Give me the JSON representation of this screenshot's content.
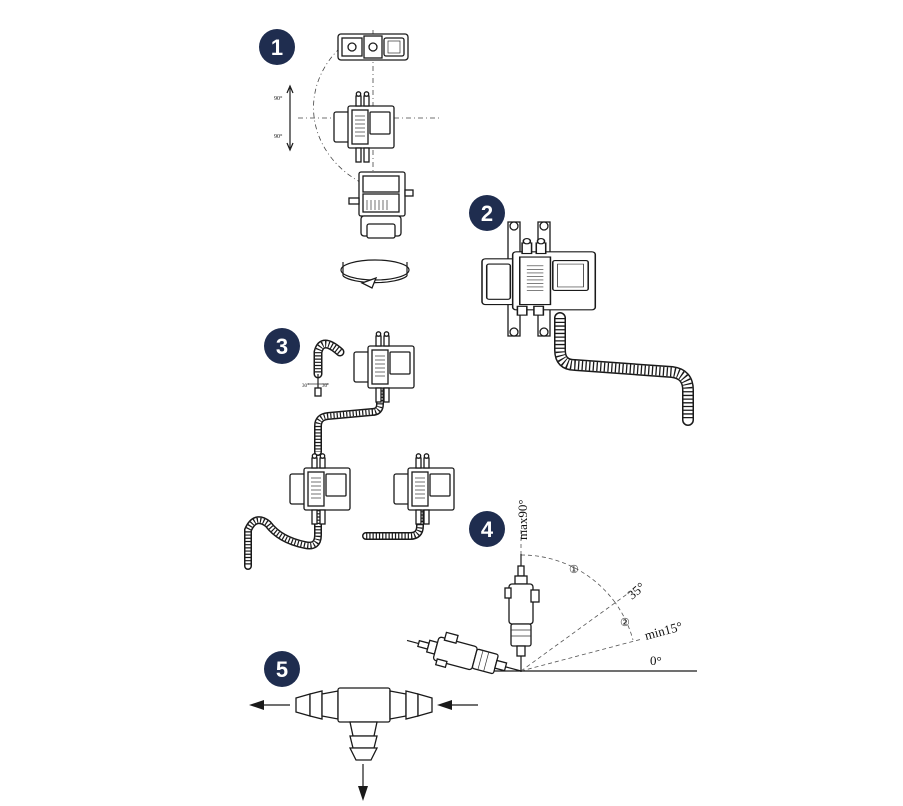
{
  "steps": [
    {
      "number": "1",
      "accent": "#1f2d4f"
    },
    {
      "number": "2",
      "accent": "#1f2d4f"
    },
    {
      "number": "3",
      "accent": "#1f2d4f"
    },
    {
      "number": "4",
      "accent": "#1f2d4f"
    },
    {
      "number": "5",
      "accent": "#1f2d4f"
    }
  ],
  "step1": {
    "angle_top": "90°",
    "angle_bottom": "90°"
  },
  "step3": {
    "tilt_left": "30°",
    "tilt_right": "30°"
  },
  "step4": {
    "max_label": "max90°",
    "mid_label": "35°",
    "min_label": "min15°",
    "zero_label": "0°",
    "zone_one": "①",
    "zone_two": "②"
  },
  "step5": {
    "icons": [
      "arrow-left-icon",
      "arrow-right-icon",
      "arrow-down-icon"
    ]
  }
}
